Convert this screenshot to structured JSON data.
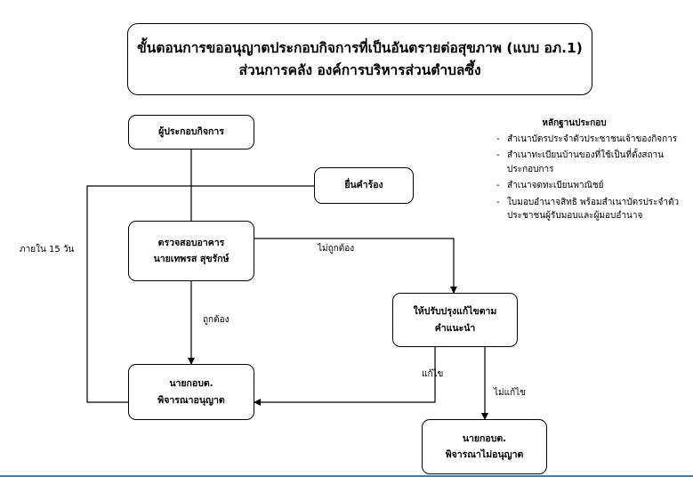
{
  "title": {
    "line1": "ขั้นตอนการขออนุญาตประกอบกิจการที่เป็นอันตรายต่อสุขภาพ (แบบ อภ.1)",
    "line2": "ส่วนการคลัง องค์การบริหารส่วนตำบลซึ้ง"
  },
  "nodes": {
    "applicant": "ผู้ประกอบกิจการ",
    "submit": "ยื่นคำร้อง",
    "inspect_line1": "ตรวจสอบอาคาร",
    "inspect_line2": "นายเทพรส สุขรักษ์",
    "fix_line1": "ให้ปรับปรุงแก้ไขตาม",
    "fix_line2": "คำแนะนำ",
    "approve_line1": "นายกอบต.",
    "approve_line2": "พิจารณาอนุญาต",
    "reject_line1": "นายกอบต.",
    "reject_line2": "พิจารณาไม่อนุญาต"
  },
  "edge_labels": {
    "within_15_days": "ภายใน 15 วัน",
    "incorrect": "ไม่ถูกต้อง",
    "correct": "ถูกต้อง",
    "fixed": "แก้ไข",
    "not_fixed": "ไม่แก้ไข"
  },
  "evidence": {
    "heading": "หลักฐานประกอบ",
    "items": [
      "สำเนาบัตรประจำตัวประชาชนเจ้าของกิจการ",
      "สำเนาทะเบียนบ้านของที่ใช้เป็นที่ตั้งสถานประกอบการ",
      "สำเนาจดทะเบียนพาณิชย์",
      "ใบมอบอำนาจสิทธิ พร้อมสำเนาบัตรประจำตัวประชาชนผู้รับมอบและผู้มอบอำนาจ"
    ]
  }
}
